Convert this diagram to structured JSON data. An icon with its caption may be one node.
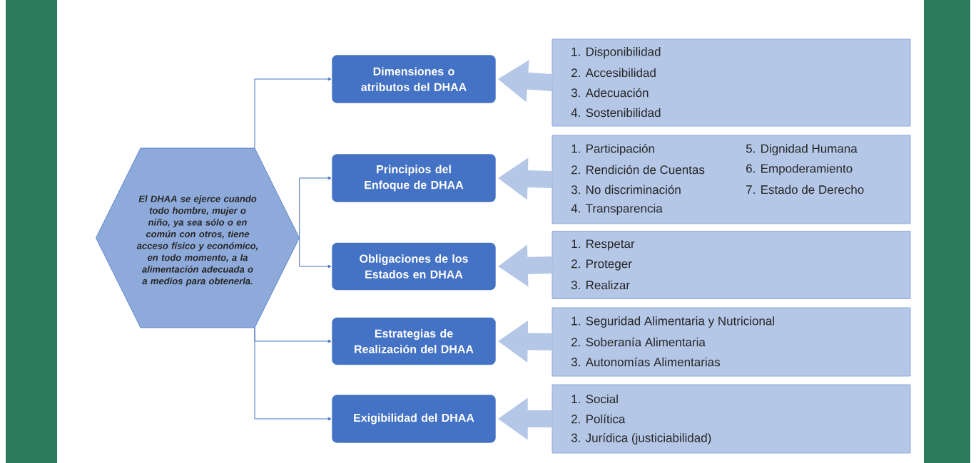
{
  "diagram": {
    "nodes": [
      {
        "text": [
          "El DHAA se ejerce cuando todo hombre, mujer o niño, ya sea sólo o en común con otros, tiene acceso físico y económico, en todo momento, a la alimentación adecuada o a medios para obtenerla."
        ]
      },
      {
        "text": [
          "Dimensiones o atributos del DHAA"
        ]
      },
      {
        "text": [
          "Principios del Enfoque de DHAA"
        ]
      },
      {
        "text": [
          "Obligaciones de los Estados en DHAA"
        ]
      },
      {
        "text": [
          "Estrategias de Realización del DHAA"
        ]
      },
      {
        "text": [
          "Exigibilidad del DHAA"
        ]
      },
      {
        "text": [
          "1. Disponibilidad",
          "2. Accesibilidad",
          "3. Adecuación",
          "4. Sostenibilidad"
        ]
      },
      {
        "text": [
          "1. Participación",
          "2. Rendición de Cuentas",
          "3. No discriminación",
          "4. Transparencia",
          "5. Dignidad Humana",
          "6. Empoderamiento",
          "7. Estado de Derecho"
        ]
      },
      {
        "text": [
          "1. Respetar",
          "2. Proteger",
          "3. Realizar"
        ]
      },
      {
        "text": [
          "1. Seguridad Alimentaria y Nutricional",
          "2. Soberanía Alimentaria",
          "3. Autonomías Alimentarias"
        ]
      },
      {
        "text": [
          "1. Social",
          "2. Política",
          "3. Jurídica (justiciabilidad)"
        ]
      }
    ],
    "edges": [
      {
        "from": 0,
        "to": 1,
        "arrow": "to"
      },
      {
        "from": 0,
        "to": 2,
        "arrow": "to"
      },
      {
        "from": 0,
        "to": 3,
        "arrow": "to"
      },
      {
        "from": 0,
        "to": 4,
        "arrow": "to"
      },
      {
        "from": 0,
        "to": 5,
        "arrow": "to"
      },
      {
        "from": 6,
        "to": 1,
        "arrow": "to",
        "style": "thick",
        "color": "#b4c7e7"
      },
      {
        "from": 7,
        "to": 2,
        "arrow": "to",
        "style": "thick",
        "color": "#b4c7e7"
      },
      {
        "from": 8,
        "to": 3,
        "arrow": "to",
        "style": "thick",
        "color": "#b4c7e7"
      },
      {
        "from": 9,
        "to": 4,
        "arrow": "to",
        "style": "thick",
        "color": "#b4c7e7"
      },
      {
        "from": 10,
        "to": 5,
        "arrow": "to",
        "style": "thick",
        "color": "#b4c7e7"
      }
    ]
  }
}
